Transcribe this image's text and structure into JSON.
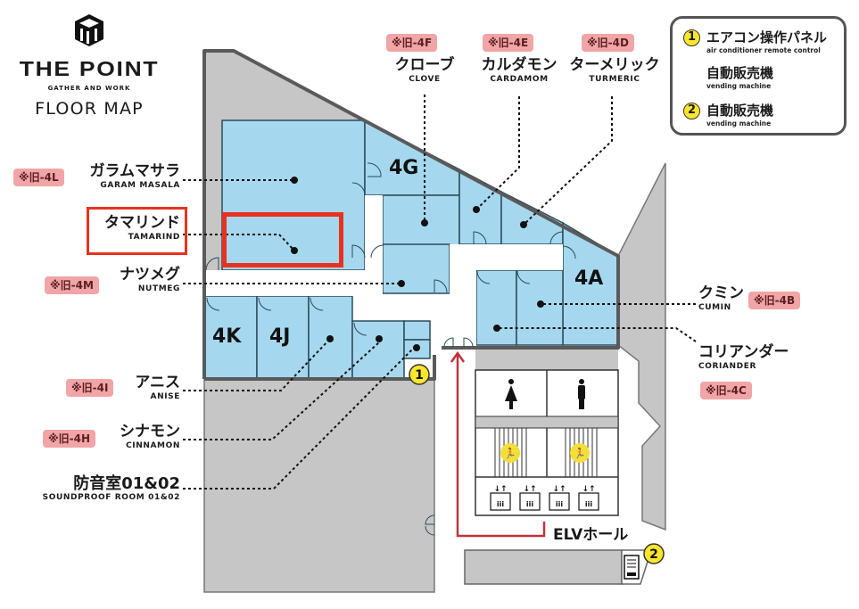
{
  "brand": {
    "name": "THE POINT",
    "tagline": "GATHER AND WORK",
    "subtitle": "FLOOR MAP"
  },
  "legend": {
    "items": [
      {
        "badge": "1",
        "jp": "エアコン操作パネル",
        "en": "air conditioner remote control"
      },
      {
        "badge": "",
        "jp": "自動販売機",
        "en": "vending machine"
      },
      {
        "badge": "2",
        "jp": "自動販売機",
        "en": "vending machine"
      }
    ]
  },
  "rooms": {
    "clove": {
      "jp": "クローブ",
      "en": "CLOVE",
      "old": "※旧-4F"
    },
    "cardamom": {
      "jp": "カルダモン",
      "en": "CARDAMOM",
      "old": "※旧-4E"
    },
    "turmeric": {
      "jp": "ターメリック",
      "en": "TURMERIC",
      "old": "※旧-4D"
    },
    "garam": {
      "jp": "ガラムマサラ",
      "en": "GARAM MASALA",
      "old": "※旧-4L"
    },
    "tamarind": {
      "jp": "タマリンド",
      "en": "TAMARIND",
      "highlighted": true
    },
    "nutmeg": {
      "jp": "ナツメグ",
      "en": "NUTMEG",
      "old": "※旧-4M"
    },
    "cumin": {
      "jp": "クミン",
      "en": "CUMIN",
      "old": "※旧-4B"
    },
    "coriander": {
      "jp": "コリアンダー",
      "en": "CORIANDER",
      "old": "※旧-4C"
    },
    "anise": {
      "jp": "アニス",
      "en": "ANISE",
      "old": "※旧-4I"
    },
    "cinnamon": {
      "jp": "シナモン",
      "en": "CINNAMON",
      "old": "※旧-4H"
    },
    "soundproof": {
      "jp": "防音室01&02",
      "en": "SOUNDPROOF ROOM 01&02"
    }
  },
  "room_codes": [
    "4G",
    "4A",
    "4K",
    "4J"
  ],
  "markers": [
    {
      "badge": "1",
      "meaning": "air conditioner remote control"
    },
    {
      "badge": "2",
      "meaning": "vending machine"
    }
  ],
  "facilities": {
    "elevator_hall": "ELVホール",
    "restroom_women": "women-restroom",
    "restroom_men": "men-restroom",
    "emergency_exits": 2,
    "elevators": 4
  },
  "colors": {
    "room_fill": "#a5d8ee",
    "wall": "#5a5a5a",
    "common_gray": "#c6c6c6",
    "old_badge": "#f1a5a7",
    "highlight": "#e8321f",
    "marker_yellow": "#fbe62b",
    "route_red": "#c0343c"
  }
}
